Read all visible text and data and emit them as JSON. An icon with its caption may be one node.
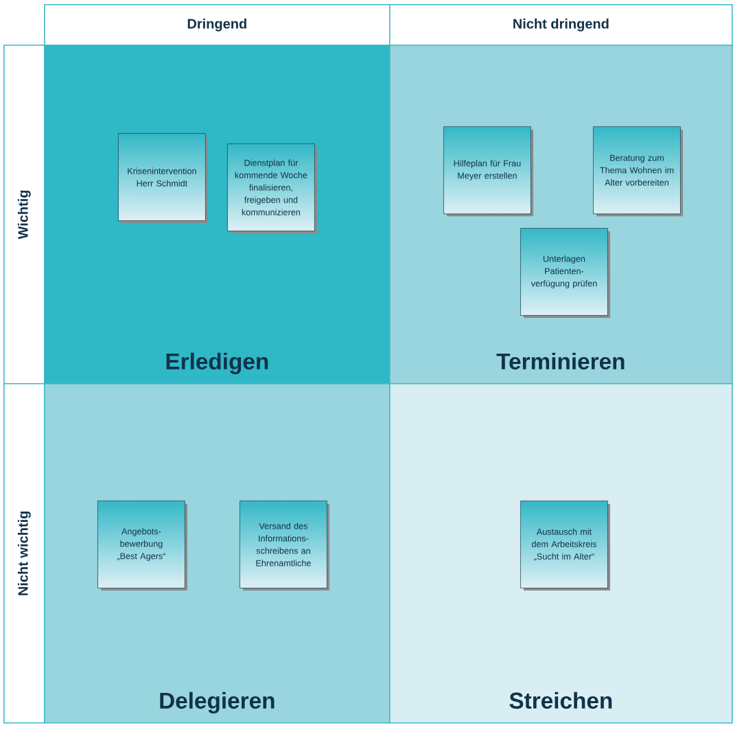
{
  "diagram": {
    "nodes": [
      {
        "text": [
          "Dringend"
        ]
      },
      {
        "text": [
          "Nicht dringend"
        ]
      },
      {
        "text": [
          "Wichtig"
        ]
      },
      {
        "text": [
          "Nicht wichtig"
        ]
      },
      {
        "text": [
          "Erledigen"
        ]
      },
      {
        "text": [
          "Krisenintervention Herr Schmidt"
        ],
        "in": 4
      },
      {
        "text": [
          "Dienstplan für kommende Woche finalisieren, freigeben und kommunizieren"
        ],
        "in": 4
      },
      {
        "text": [
          "Terminieren"
        ]
      },
      {
        "text": [
          "Hilfeplan für Frau Meyer erstellen"
        ],
        "in": 7
      },
      {
        "text": [
          "Beratung zum Thema Wohnen im Alter vorbereiten"
        ],
        "in": 7
      },
      {
        "text": [
          "Unterlagen Patienten- verfügung prüfen"
        ],
        "in": 7
      },
      {
        "text": [
          "Delegieren"
        ]
      },
      {
        "text": [
          "Angebots- bewerbung „Best Agers“"
        ],
        "in": 11
      },
      {
        "text": [
          "Versand des Informations- schreibens an Ehrenamtliche"
        ],
        "in": 11
      },
      {
        "text": [
          "Streichen"
        ]
      },
      {
        "text": [
          "Austausch mit dem Arbeitskreis „Sucht im Alter“"
        ],
        "in": 14
      }
    ],
    "edges": []
  }
}
